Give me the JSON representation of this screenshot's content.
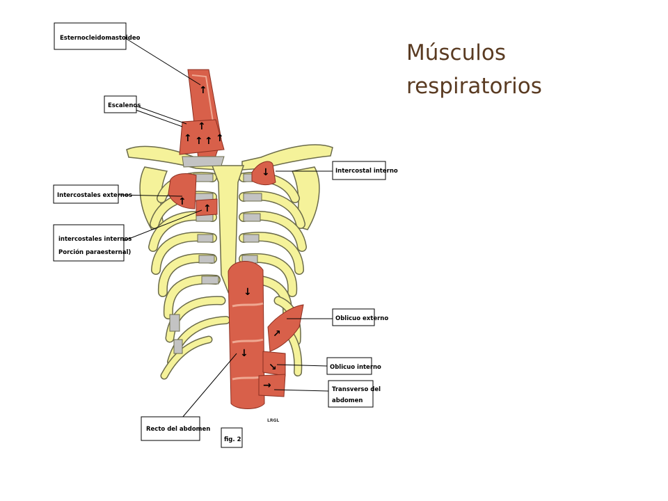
{
  "slide": {
    "title_line1": "Músculos",
    "title_line2": "respiratorios",
    "title_color": "#5a3b22"
  },
  "figure": {
    "labels": {
      "sternocleidomastoid": "Esternocleidomastoideo",
      "scalenes": "Escalenos",
      "internal_intercostal": "Intercostal interno",
      "external_intercostals": "Intercostales externos",
      "parasternal_line1": "intercostales internos",
      "parasternal_line2": "Porción paraesternal)",
      "external_oblique": "Oblicuo externo",
      "internal_oblique": "Oblicuo interno",
      "transversus_line1": "Transverso del",
      "transversus_line2": "abdomen",
      "rectus_abdominis": "Recto del abdomen",
      "fig_number": "fig. 2",
      "signature": "LRGL"
    },
    "colors": {
      "bone": "#f5f29a",
      "bone_outline": "#6b6b4a",
      "cartilage": "#c3c3c3",
      "muscle": "#d8604a",
      "muscle_light": "#efa892"
    }
  }
}
